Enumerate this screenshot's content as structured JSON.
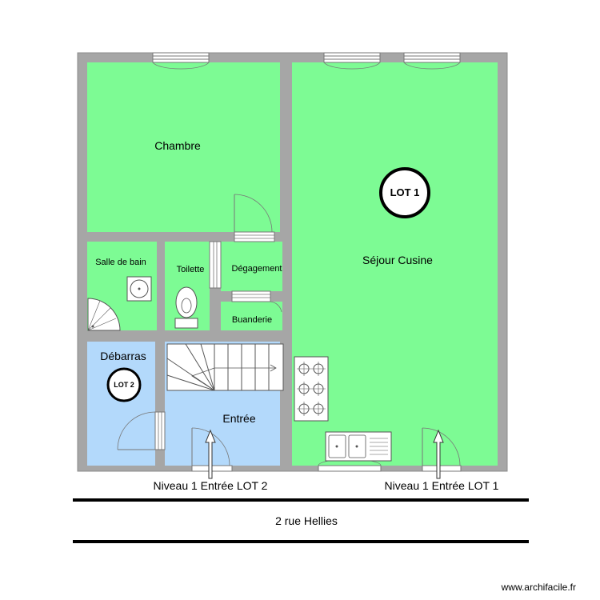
{
  "rooms": {
    "chambre": "Chambre",
    "sejour": "Séjour Cusine",
    "salle_de_bain": "Salle de bain",
    "toilette": "Toilette",
    "degagement": "Dégagement",
    "buanderie": "Buanderie",
    "debarras": "Débarras",
    "entree": "Entrée"
  },
  "lots": {
    "lot1": "LOT 1",
    "lot2": "LOT 2"
  },
  "entrances": {
    "lot2": "Niveau 1 Entrée LOT 2",
    "lot1": "Niveau 1 Entrée LOT 1"
  },
  "street": "2 rue Hellies",
  "watermark": "www.archifacile.fr",
  "colors": {
    "lot1_fill": "#7dfb94",
    "lot2_fill": "#b3d9fb",
    "wall": "#a6a6a6"
  }
}
